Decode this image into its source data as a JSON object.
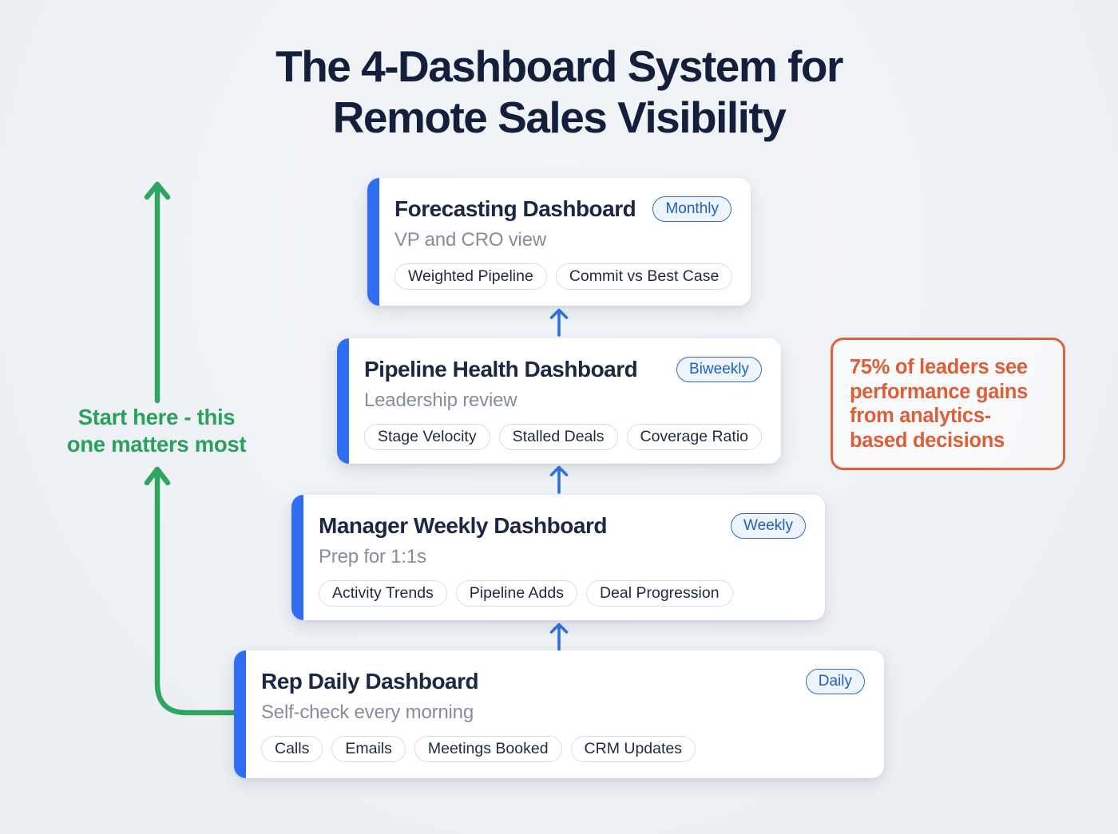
{
  "title": {
    "line1": "The 4-Dashboard System for",
    "line2": "Remote Sales Visibility"
  },
  "start_label": {
    "line1": "Start here - this",
    "line2": "one matters most"
  },
  "callout": {
    "text": "75% of leaders see performance gains from analytics-based decisions"
  },
  "cards": [
    {
      "title": "Forecasting Dashboard",
      "badge": "Monthly",
      "subtitle": "VP and CRO view",
      "tags": [
        "Weighted Pipeline",
        "Commit vs Best Case"
      ]
    },
    {
      "title": "Pipeline Health Dashboard",
      "badge": "Biweekly",
      "subtitle": "Leadership review",
      "tags": [
        "Stage Velocity",
        "Stalled Deals",
        "Coverage Ratio"
      ]
    },
    {
      "title": "Manager Weekly Dashboard",
      "badge": "Weekly",
      "subtitle": "Prep for 1:1s",
      "tags": [
        "Activity Trends",
        "Pipeline Adds",
        "Deal Progression"
      ]
    },
    {
      "title": "Rep Daily Dashboard",
      "badge": "Daily",
      "subtitle": "Self-check every morning",
      "tags": [
        "Calls",
        "Emails",
        "Meetings Booked",
        "CRM Updates"
      ]
    }
  ],
  "icons": {
    "up_arrow_icon": "↑ blue flow arrow between cards",
    "start_flow_arrow_icon": "↑ green emphasis arrow with elbow connector"
  },
  "colors": {
    "background": "#eef1f5",
    "card_accent_blue": "#2f6ef2",
    "flow_arrow_blue": "#2e6fd8",
    "badge_blue": "#1e5fc4",
    "title_navy": "#141f3c",
    "subtitle_gray": "#878d99",
    "green_accent": "#2aa05c",
    "callout_orange": "#e0613b"
  }
}
